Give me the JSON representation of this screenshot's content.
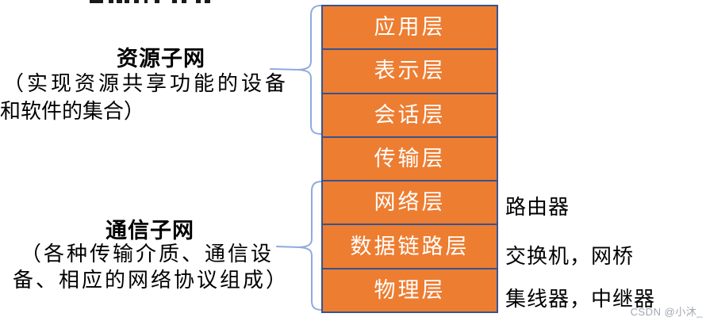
{
  "groups": [
    {
      "title": "资源子网",
      "desc_line1": "（实现资源共享功能的设备",
      "desc_line2": "和软件的集合）"
    },
    {
      "title": "通信子网",
      "desc_line1": "（各种传输介质、通信设",
      "desc_line2": "备、相应的网络协议组成）"
    }
  ],
  "layers": [
    {
      "label": "应用层",
      "device": ""
    },
    {
      "label": "表示层",
      "device": ""
    },
    {
      "label": "会话层",
      "device": ""
    },
    {
      "label": "传输层",
      "device": ""
    },
    {
      "label": "网络层",
      "device": "路由器"
    },
    {
      "label": "数据链路层",
      "device": "交换机，网桥"
    },
    {
      "label": "物理层",
      "device": "集线器，中继器"
    }
  ],
  "colors": {
    "box_fill": "#ED7D31",
    "box_border": "#35548F",
    "box_text": "#FFFFFF",
    "brace": "#8FAADC",
    "text": "#000000"
  },
  "watermark": "CSDN @小沐_"
}
